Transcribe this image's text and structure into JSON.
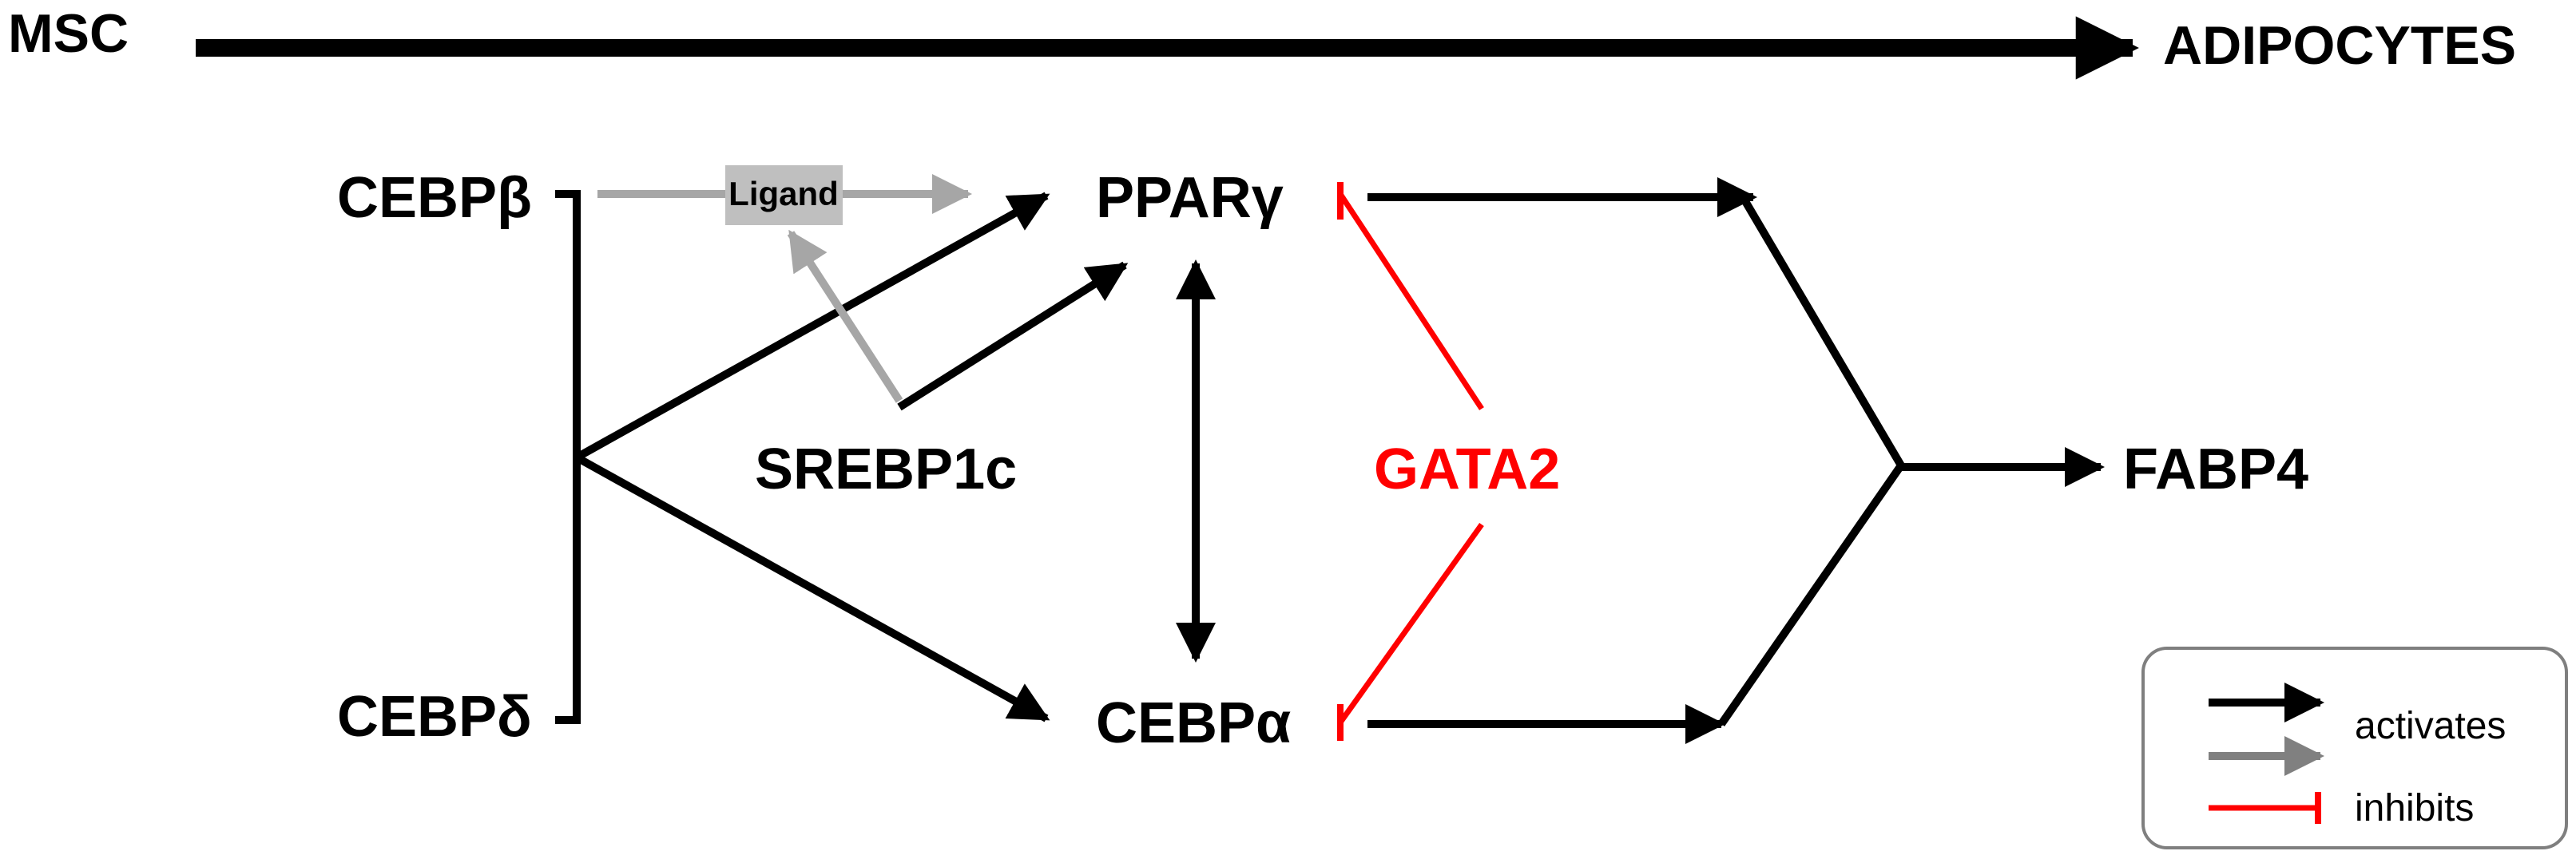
{
  "title": {
    "start": "MSC",
    "end": "ADIPOCYTES"
  },
  "nodes": {
    "cebpb": "CEBPβ",
    "cebpd": "CEBPδ",
    "ligand": "Ligand",
    "srebp1c": "SREBP1c",
    "ppar": "PPARγ",
    "cebpa": "CEBPα",
    "gata2": "GATA2",
    "fabp4": "FABP4"
  },
  "legend": {
    "activates": "activates",
    "inhibits": "inhibits"
  },
  "colors": {
    "activation": "#000000",
    "ligand_activation": "#a6a6a6",
    "inhibition": "#ff0000",
    "ligand_box": "#bfbfbf",
    "legend_border": "#7f7f7f"
  }
}
